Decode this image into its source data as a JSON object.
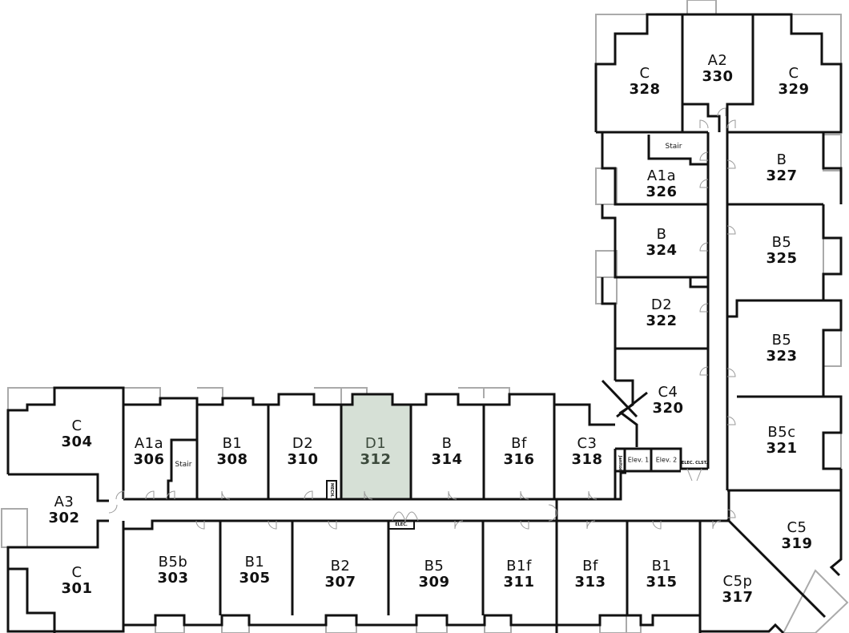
{
  "floor_plan": {
    "highlight_color": "#d6e0d6",
    "wall_color": "#111111",
    "window_color": "#aaaaaa",
    "rooms": [
      {
        "id": "r328",
        "type": "C",
        "number": "328"
      },
      {
        "id": "r330",
        "type": "A2",
        "number": "330"
      },
      {
        "id": "r329",
        "type": "C",
        "number": "329"
      },
      {
        "id": "r326",
        "type": "A1a",
        "number": "326"
      },
      {
        "id": "r327",
        "type": "B",
        "number": "327"
      },
      {
        "id": "r324",
        "type": "B",
        "number": "324"
      },
      {
        "id": "r325",
        "type": "B5",
        "number": "325"
      },
      {
        "id": "r322",
        "type": "D2",
        "number": "322"
      },
      {
        "id": "r323",
        "type": "B5",
        "number": "323"
      },
      {
        "id": "r320",
        "type": "C4",
        "number": "320"
      },
      {
        "id": "r321",
        "type": "B5c",
        "number": "321"
      },
      {
        "id": "r304",
        "type": "C",
        "number": "304"
      },
      {
        "id": "r306",
        "type": "A1a",
        "number": "306"
      },
      {
        "id": "r308",
        "type": "B1",
        "number": "308"
      },
      {
        "id": "r310",
        "type": "D2",
        "number": "310"
      },
      {
        "id": "r312",
        "type": "D1",
        "number": "312",
        "highlighted": true
      },
      {
        "id": "r314",
        "type": "B",
        "number": "314"
      },
      {
        "id": "r316",
        "type": "Bf",
        "number": "316"
      },
      {
        "id": "r318",
        "type": "C3",
        "number": "318"
      },
      {
        "id": "r302",
        "type": "A3",
        "number": "302"
      },
      {
        "id": "r301",
        "type": "C",
        "number": "301"
      },
      {
        "id": "r303",
        "type": "B5b",
        "number": "303"
      },
      {
        "id": "r305",
        "type": "B1",
        "number": "305"
      },
      {
        "id": "r307",
        "type": "B2",
        "number": "307"
      },
      {
        "id": "r309",
        "type": "B5",
        "number": "309"
      },
      {
        "id": "r311",
        "type": "B1f",
        "number": "311"
      },
      {
        "id": "r313",
        "type": "Bf",
        "number": "313"
      },
      {
        "id": "r315",
        "type": "B1",
        "number": "315"
      },
      {
        "id": "r317",
        "type": "C5p",
        "number": "317"
      },
      {
        "id": "r319",
        "type": "C5",
        "number": "319"
      }
    ],
    "service_labels": {
      "stair_north": "Stair",
      "stair_west": "Stair",
      "elev1": "Elev. 1",
      "elev2": "Elev. 2",
      "elec_clst": "ELEC. CLST.",
      "janitor": "Janitor",
      "elec_south": "ELEC.",
      "mech": "MECH."
    }
  }
}
